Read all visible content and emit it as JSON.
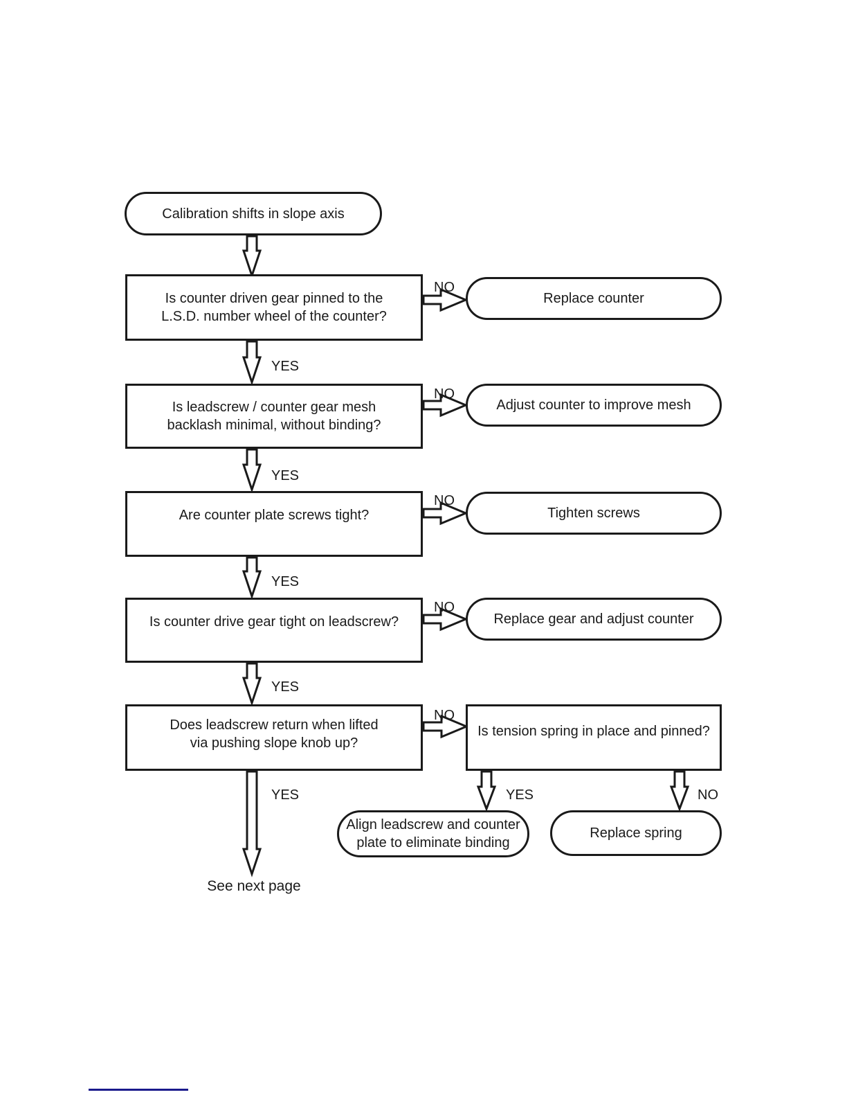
{
  "labels": {
    "yes": "YES",
    "no": "NO"
  },
  "start": {
    "text": "Calibration shifts in slope axis"
  },
  "decisions": [
    {
      "line1": "Is counter driven gear pinned to the",
      "line2": "L.S.D. number wheel of the counter?",
      "no_action": "Replace counter"
    },
    {
      "line1": "Is leadscrew / counter gear mesh",
      "line2": "backlash minimal, without binding?",
      "no_action": "Adjust counter to improve mesh"
    },
    {
      "line1": "Are counter plate screws tight?",
      "no_action": "Tighten screws"
    },
    {
      "line1": "Is counter drive gear tight on leadscrew?",
      "no_action": "Replace gear and adjust counter"
    },
    {
      "line1": "Does leadscrew return when lifted",
      "line2": "via pushing slope knob up?"
    }
  ],
  "tension": {
    "question": "Is tension spring in place and pinned?",
    "yes_action_line1": "Align leadscrew and counter",
    "yes_action_line2": "plate to eliminate binding",
    "no_action": "Replace spring"
  },
  "footer": {
    "note": "See next page"
  },
  "colors": {
    "ink": "#1a1a1a",
    "rule_blue": "#1a1a8c",
    "background": "#ffffff"
  }
}
